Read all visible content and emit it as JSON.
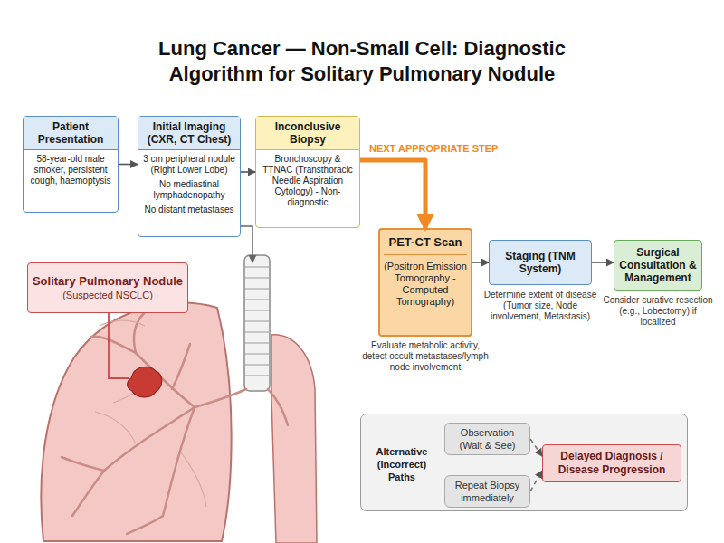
{
  "diagram": {
    "title": "Lung Cancer — Non-Small Cell: Diagnostic Algorithm for Solitary Pulmonary Nodule",
    "nodes": [
      {
        "text": [
          "Patient Presentation",
          "58-year-old male smoker, persistent cough, haemoptysis"
        ]
      },
      {
        "text": [
          "Initial Imaging (CXR, CT Chest)",
          "3 cm peripheral nodule (Right Lower Lobe)",
          "No mediastinal lymphadenopathy",
          "No distant metastases"
        ]
      },
      {
        "text": [
          "Inconclusive Biopsy",
          "Bronchoscopy & TTNAC (Transthoracic Needle Aspiration Cytology) - Non-diagnostic"
        ]
      },
      {
        "text": [
          "Solitary Pulmonary Nodule",
          "(Suspected NSCLC)"
        ]
      },
      {
        "text": [
          "PET-CT Scan",
          "(Positron Emission Tomography - Computed Tomography)",
          "Evaluate metabolic activity, detect occult metastases/lymph node involvement"
        ]
      },
      {
        "text": [
          "Staging (TNM System)",
          "Determine extent of disease (Tumor size, Node involvement, Metastasis)"
        ]
      },
      {
        "text": [
          "Surgical Consultation & Management",
          "Consider curative resection (e.g., Lobectomy) if localized"
        ]
      },
      {
        "text": [
          "Alternative (Incorrect) Paths"
        ]
      },
      {
        "text": [
          "Observation (Wait & See)"
        ],
        "in": 7
      },
      {
        "text": [
          "Repeat Biopsy immediately"
        ],
        "in": 7
      },
      {
        "text": [
          "Delayed Diagnosis / Disease Progression"
        ],
        "in": 7
      }
    ],
    "edges": [
      {
        "from": 0,
        "to": 1,
        "arrow": "to"
      },
      {
        "from": 1,
        "to": 2,
        "arrow": "to"
      },
      {
        "from": 2,
        "to": 4,
        "label": "NEXT APPROPRIATE STEP",
        "arrow": "to"
      },
      {
        "from": 4,
        "to": 5,
        "arrow": "to"
      },
      {
        "from": 5,
        "to": 6,
        "arrow": "to"
      },
      {
        "from": 8,
        "to": 10,
        "arrow": "to"
      },
      {
        "from": 9,
        "to": 10,
        "arrow": "to"
      }
    ]
  }
}
